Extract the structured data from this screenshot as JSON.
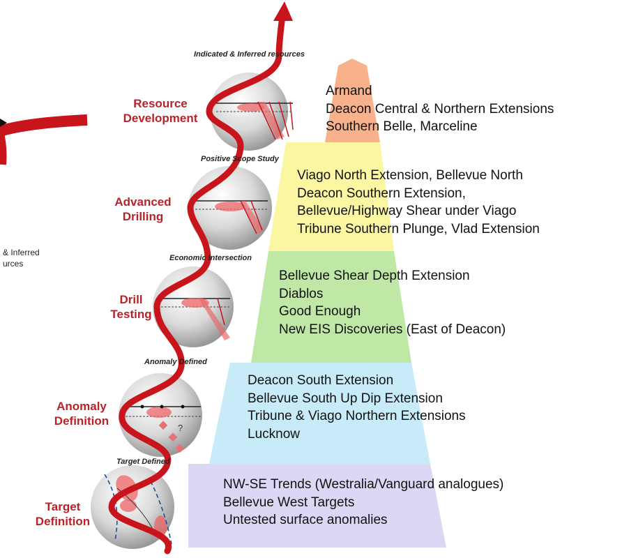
{
  "stages": [
    {
      "key": "resource",
      "title_lines": [
        "Resource",
        "Development"
      ],
      "milestone": "Indicated & Inferred resources",
      "projects": [
        "Armand",
        "Deacon Central & Northern Extensions",
        "Southern Belle, Marceline"
      ],
      "color": "#f6b48f"
    },
    {
      "key": "advanced",
      "title_lines": [
        "Advanced",
        "Drilling"
      ],
      "milestone": "Positive Scope Study",
      "projects": [
        "Viago North Extension, Bellevue North",
        "Deacon Southern Extension,",
        "Bellevue/Highway Shear under Viago",
        "Tribune Southern Plunge, Vlad Extension"
      ],
      "color": "#fbf7a8"
    },
    {
      "key": "drill",
      "title_lines": [
        "Drill",
        "Testing"
      ],
      "milestone": "Economic Intersection",
      "projects": [
        "Bellevue Shear Depth Extension",
        "Diablos",
        "Good Enough",
        "New EIS Discoveries (East of Deacon)"
      ],
      "color": "#bfe7a7"
    },
    {
      "key": "anomaly",
      "title_lines": [
        "Anomaly",
        "Definition"
      ],
      "milestone": "Anomaly Defined",
      "projects": [
        "Deacon South Extension",
        "Bellevue South Up Dip Extension",
        "Tribune & Viago Northern Extensions",
        "Lucknow"
      ],
      "color": "#c9ecf7"
    },
    {
      "key": "target",
      "title_lines": [
        "Target",
        "Definition"
      ],
      "milestone": "Target Defined",
      "projects": [
        "NW-SE Trends (Westralia/Vanguard analogues)",
        "Bellevue West Targets",
        "Untested surface anomalies"
      ],
      "color": "#d9d7f4"
    }
  ],
  "side_panel": {
    "lines": [
      "& Inferred",
      "urces"
    ]
  },
  "anomaly_marker": "?",
  "colors": {
    "accent": "#c8141b",
    "label": "#b5242a"
  }
}
